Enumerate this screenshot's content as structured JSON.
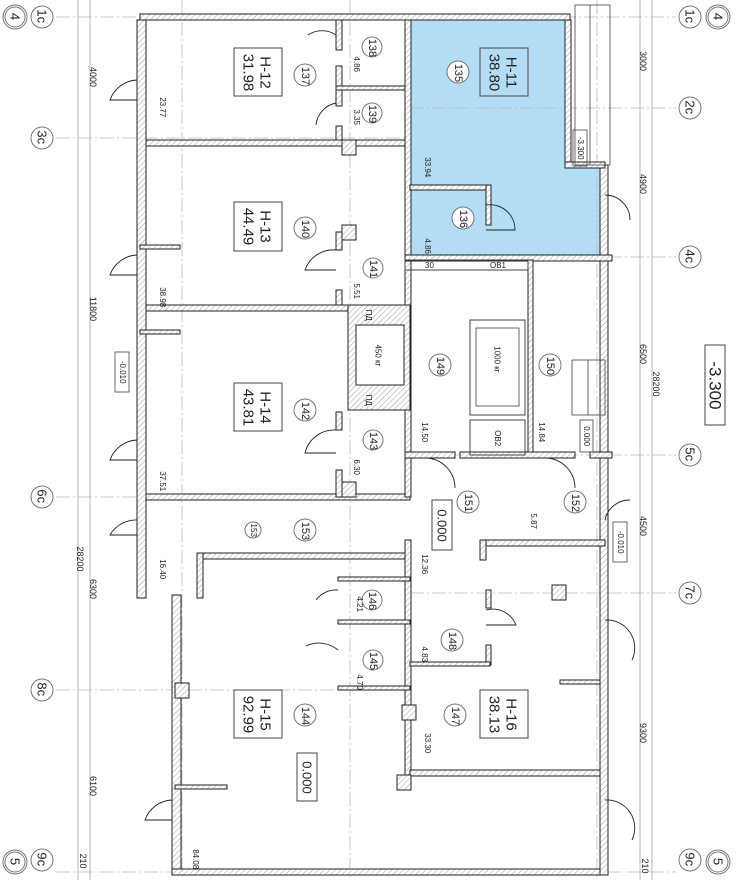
{
  "highlight_color": "#b3dcf5",
  "axes_left": [
    "4",
    "1c",
    "3c",
    "6c",
    "8c",
    "9c",
    "5"
  ],
  "axes_right": [
    "1c",
    "4",
    "2c",
    "4c",
    "5c",
    "7c",
    "9c",
    "5"
  ],
  "dimensions_left": [
    "4000",
    "11800",
    "28200",
    "6300",
    "6100",
    "210"
  ],
  "dimensions_right": [
    "3000",
    "4900",
    "6500",
    "28200",
    "4500",
    "9300",
    "210"
  ],
  "units": [
    {
      "code": "Н-11",
      "area": "38.80"
    },
    {
      "code": "Н-12",
      "area": "31.98"
    },
    {
      "code": "Н-13",
      "area": "44.49"
    },
    {
      "code": "Н-14",
      "area": "43.81"
    },
    {
      "code": "Н-15",
      "area": "92.99"
    },
    {
      "code": "Н-16",
      "area": "38.13"
    }
  ],
  "room_numbers": [
    "135",
    "136",
    "137",
    "138",
    "139",
    "140",
    "141",
    "142",
    "143",
    "144",
    "145",
    "146",
    "147",
    "148",
    "149",
    "150",
    "151",
    "152",
    "153",
    "153"
  ],
  "room_areas": [
    "33.94",
    "4.86",
    "23.77",
    "4.86",
    "3.35",
    "38.98",
    "5.51",
    "37.51",
    "6.30",
    "16.40",
    "84.08",
    "4.21",
    "4.70",
    "14.50",
    "14.84",
    "5.87",
    "12.36",
    "4.83",
    "33.30"
  ],
  "levels": [
    "-3.300",
    "-3.300",
    "-0.010",
    "-0.010",
    "0.000",
    "0.000",
    "0.000"
  ],
  "equipment": [
    "30",
    "ОВ1",
    "ОВ2",
    "1000 кг",
    "450 кг",
    "ПД",
    "ПД"
  ]
}
